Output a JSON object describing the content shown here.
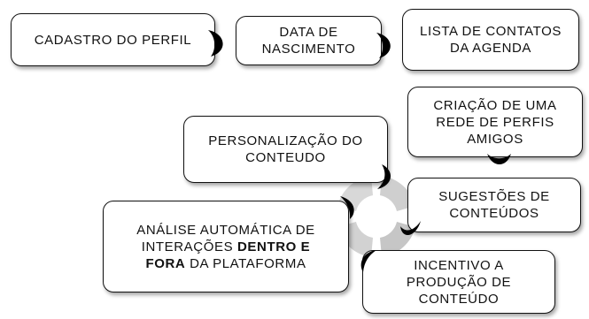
{
  "diagram": {
    "nodes": {
      "cadastro": {
        "lines": [
          "CADASTRO DO PERFIL"
        ]
      },
      "nascimento": {
        "lines": [
          "DATA DE",
          "NASCIMENTO"
        ]
      },
      "contatos": {
        "lines": [
          "LISTA DE CONTATOS",
          "DA AGENDA"
        ]
      },
      "rede": {
        "lines": [
          "CRIAÇÃO DE UMA",
          "REDE DE PERFIS",
          "AMIGOS"
        ]
      },
      "sugestoes": {
        "lines": [
          "SUGESTÕES DE",
          "CONTEÚDOS"
        ]
      },
      "incentivo": {
        "lines": [
          "INCENTIVO A",
          "PRODUÇÃO DE",
          "CONTEÚDO"
        ]
      },
      "analise": {
        "line1": "ANÁLISE AUTOMÁTICA DE",
        "line2_pre": "INTERAÇÕES ",
        "line2_bold": "DENTRO E",
        "line3_bold": "FORA",
        "line3_post": " DA PLATAFORMA"
      },
      "personalizacao": {
        "lines": [
          "PERSONALIZAÇÃO DO",
          "CONTEUDO"
        ]
      }
    },
    "colors": {
      "connector": "#000000",
      "cycle_light": "#d6d6d6",
      "cycle_mid": "#c2c2c2",
      "border": "#111111"
    }
  }
}
